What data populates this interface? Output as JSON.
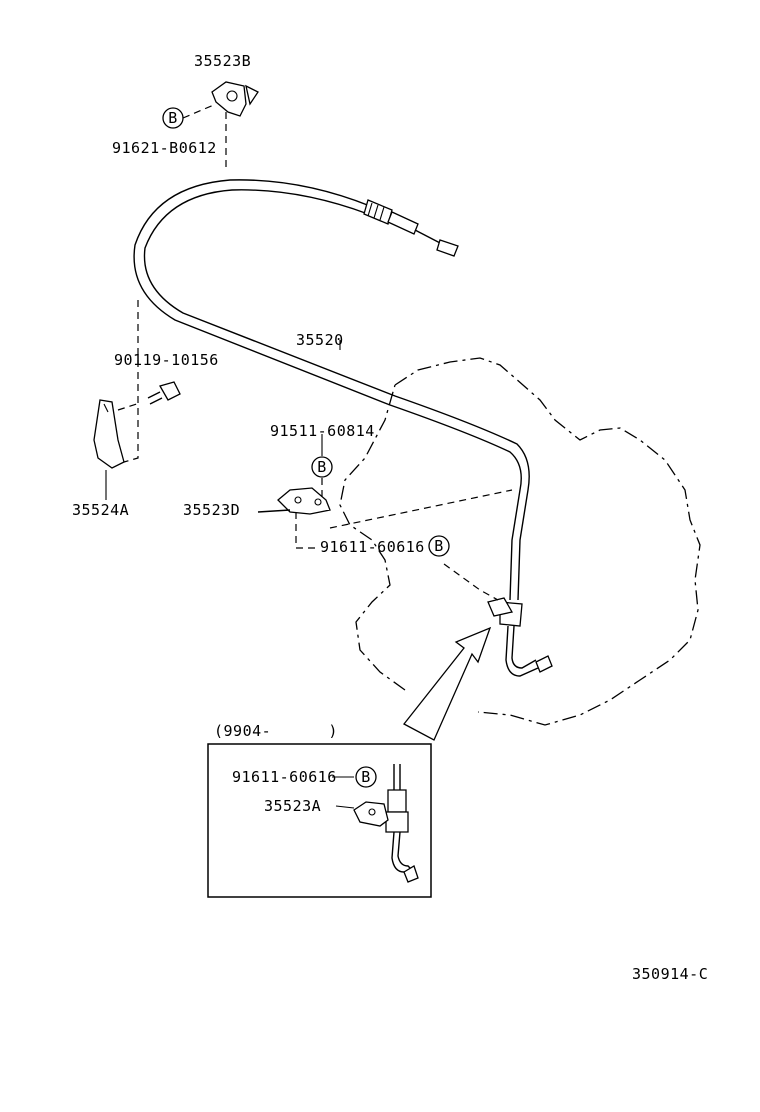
{
  "labels": {
    "bracket_top": "35523B",
    "bolt_top": "91621-B0612",
    "cable": "35520",
    "bolt_left": "90119-10156",
    "bracket_left": "35524A",
    "bolt_mid": "91511-60814",
    "bracket_mid": "35523D",
    "bolt_right": "91611-60616",
    "inset_date": "(9904-      )",
    "inset_bolt": "91611-60616",
    "inset_bracket": "35523A",
    "diagram_id": "350914-C"
  },
  "markers": {
    "b": "B"
  }
}
